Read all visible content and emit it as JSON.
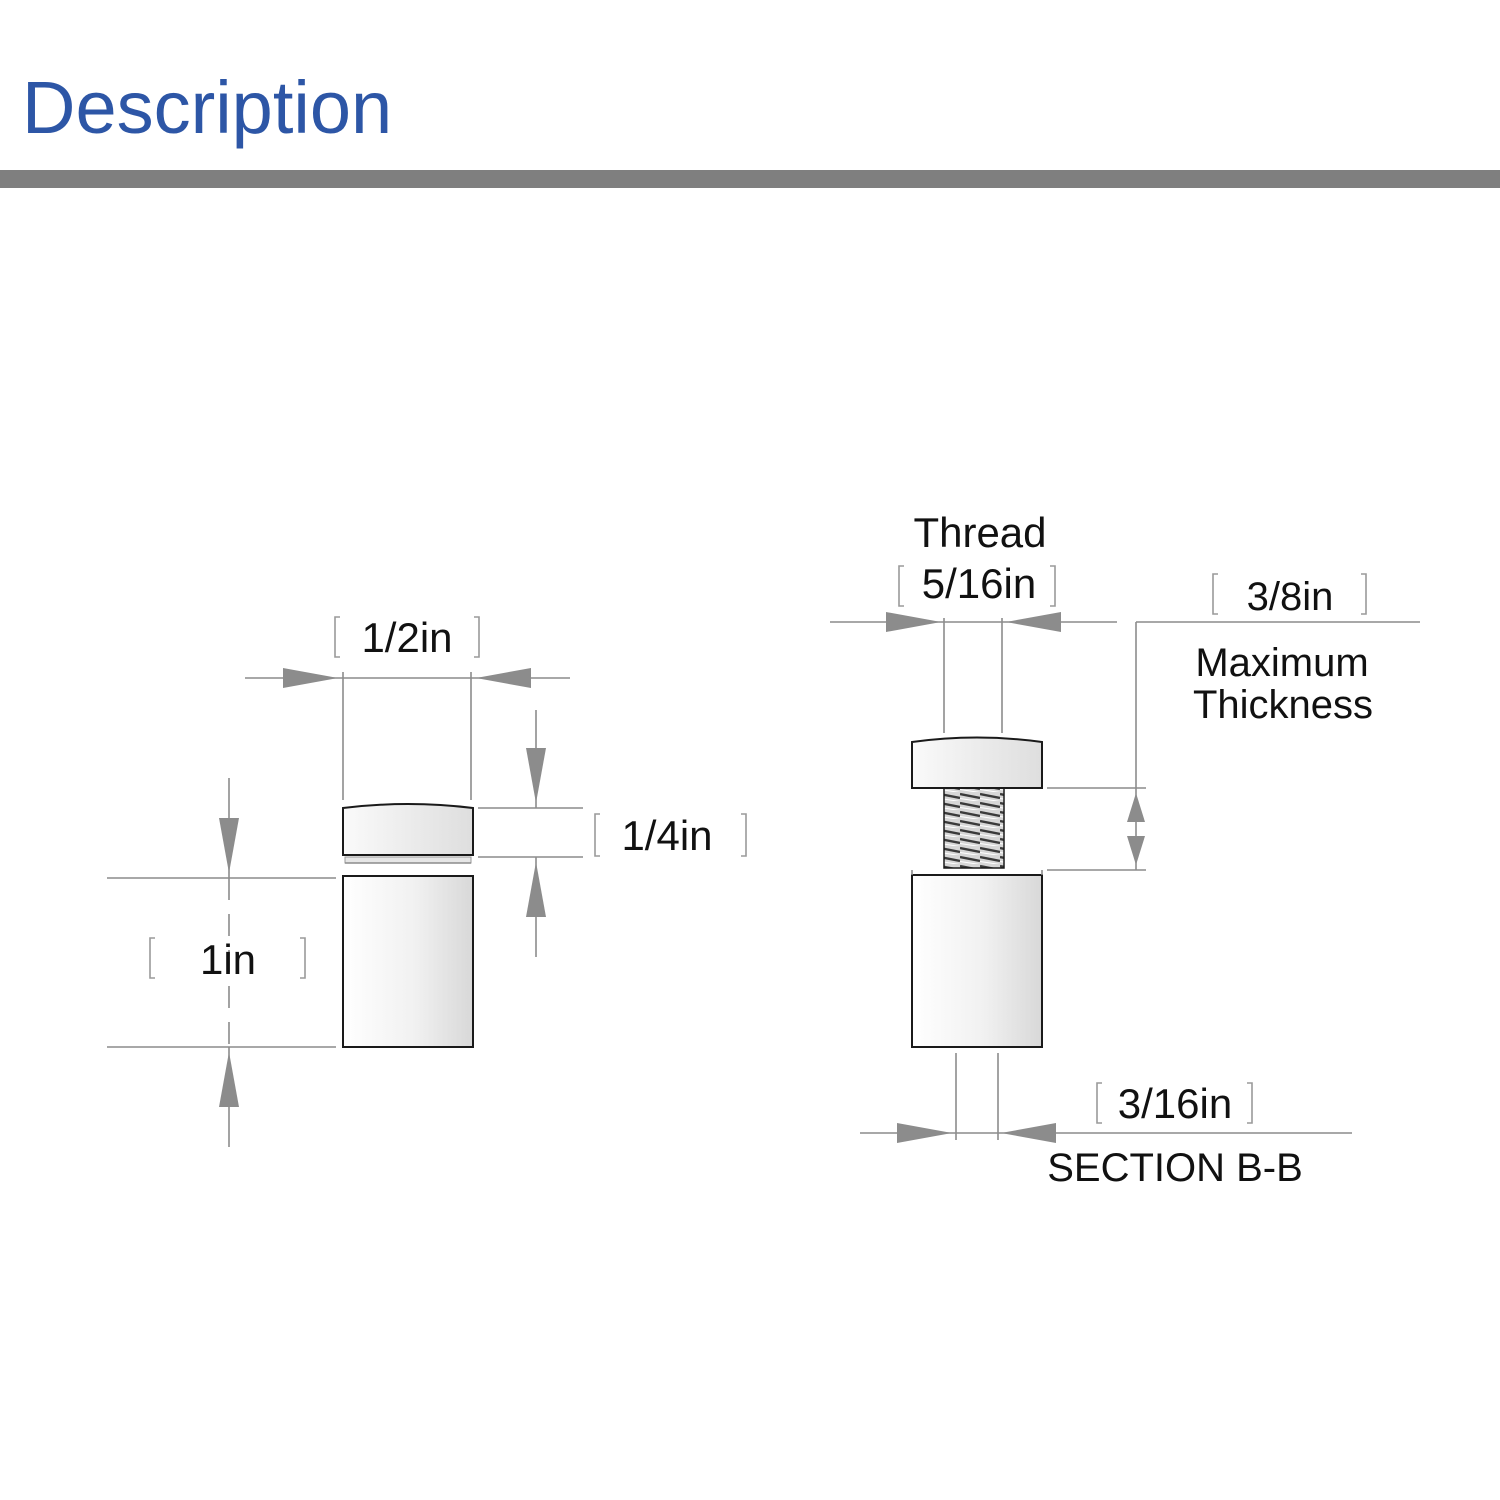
{
  "header": {
    "title": "Description"
  },
  "colors": {
    "title": "#2d56a6",
    "divider": "#7f7f7f",
    "dimension_lines": "#8c8c8c"
  },
  "left_view": {
    "width_label": "1/2in",
    "cap_height_label": "1/4in",
    "body_height_label": "1in"
  },
  "right_view": {
    "thread_title": "Thread",
    "thread_size_label": "5/16in",
    "max_thickness_value": "3/8in",
    "max_thickness_line1": "Maximum",
    "max_thickness_line2": "Thickness",
    "base_label": "3/16in",
    "section_label": "SECTION B-B"
  }
}
